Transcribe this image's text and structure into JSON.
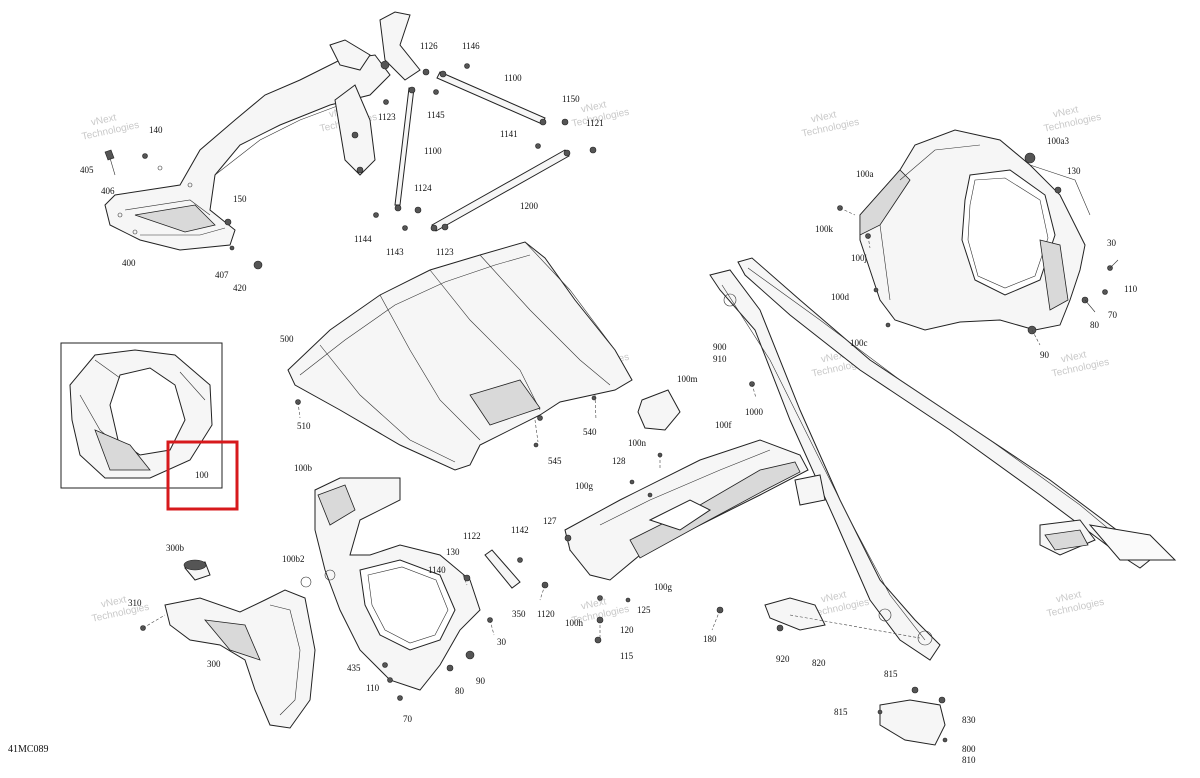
{
  "diagram": {
    "code": "41MC089",
    "highlight_label": "100",
    "highlight_color": "#d7191c",
    "watermark": {
      "line1": "vNext",
      "line2": "Technologies"
    },
    "callouts": [
      {
        "id": "c1126",
        "text": "1126"
      },
      {
        "id": "c1146",
        "text": "1146"
      },
      {
        "id": "c1100a",
        "text": "1100"
      },
      {
        "id": "c1150",
        "text": "1150"
      },
      {
        "id": "c1145",
        "text": "1145"
      },
      {
        "id": "c1123a",
        "text": "1123"
      },
      {
        "id": "c1100b",
        "text": "1100"
      },
      {
        "id": "c1141",
        "text": "1141"
      },
      {
        "id": "c1121",
        "text": "1121"
      },
      {
        "id": "c1124",
        "text": "1124"
      },
      {
        "id": "c1200",
        "text": "1200"
      },
      {
        "id": "c1144",
        "text": "1144"
      },
      {
        "id": "c1143",
        "text": "1143"
      },
      {
        "id": "c1123b",
        "text": "1123"
      },
      {
        "id": "c140",
        "text": "140"
      },
      {
        "id": "c405",
        "text": "405"
      },
      {
        "id": "c406",
        "text": "406"
      },
      {
        "id": "c150",
        "text": "150"
      },
      {
        "id": "c400",
        "text": "400"
      },
      {
        "id": "c407",
        "text": "407"
      },
      {
        "id": "c420",
        "text": "420"
      },
      {
        "id": "c100a3",
        "text": "100a3"
      },
      {
        "id": "c100a",
        "text": "100a"
      },
      {
        "id": "c130a",
        "text": "130"
      },
      {
        "id": "c100k",
        "text": "100k"
      },
      {
        "id": "c100j",
        "text": "100j"
      },
      {
        "id": "c30a",
        "text": "30"
      },
      {
        "id": "c100d",
        "text": "100d"
      },
      {
        "id": "c110a",
        "text": "110"
      },
      {
        "id": "c70a",
        "text": "70"
      },
      {
        "id": "c80a",
        "text": "80"
      },
      {
        "id": "c100c",
        "text": "100c"
      },
      {
        "id": "c90a",
        "text": "90"
      },
      {
        "id": "c500",
        "text": "500"
      },
      {
        "id": "c510",
        "text": "510"
      },
      {
        "id": "c540",
        "text": "540"
      },
      {
        "id": "c545",
        "text": "545"
      },
      {
        "id": "c900",
        "text": "900"
      },
      {
        "id": "c910",
        "text": "910"
      },
      {
        "id": "c1000",
        "text": "1000"
      },
      {
        "id": "c100m",
        "text": "100m"
      },
      {
        "id": "c100n",
        "text": "100n"
      },
      {
        "id": "c100f",
        "text": "100f"
      },
      {
        "id": "c128",
        "text": "128"
      },
      {
        "id": "c100g",
        "text": "100g"
      },
      {
        "id": "c127",
        "text": "127"
      },
      {
        "id": "c100ga",
        "text": "100g"
      },
      {
        "id": "c125",
        "text": "125"
      },
      {
        "id": "c100h",
        "text": "100h"
      },
      {
        "id": "c120",
        "text": "120"
      },
      {
        "id": "c115",
        "text": "115"
      },
      {
        "id": "c180",
        "text": "180"
      },
      {
        "id": "c920",
        "text": "920"
      },
      {
        "id": "c820",
        "text": "820"
      },
      {
        "id": "c815a",
        "text": "815"
      },
      {
        "id": "c815b",
        "text": "815"
      },
      {
        "id": "c830",
        "text": "830"
      },
      {
        "id": "c800",
        "text": "800"
      },
      {
        "id": "c810",
        "text": "810"
      },
      {
        "id": "c100b",
        "text": "100b"
      },
      {
        "id": "c100b2",
        "text": "100b2"
      },
      {
        "id": "c1122",
        "text": "1122"
      },
      {
        "id": "c1142",
        "text": "1142"
      },
      {
        "id": "c130b",
        "text": "130"
      },
      {
        "id": "c1140",
        "text": "1140"
      },
      {
        "id": "c350",
        "text": "350"
      },
      {
        "id": "c1120",
        "text": "1120"
      },
      {
        "id": "c30b",
        "text": "30"
      },
      {
        "id": "c435",
        "text": "435"
      },
      {
        "id": "c110b",
        "text": "110"
      },
      {
        "id": "c80b",
        "text": "80"
      },
      {
        "id": "c90b",
        "text": "90"
      },
      {
        "id": "c70b",
        "text": "70"
      },
      {
        "id": "c300b",
        "text": "300b"
      },
      {
        "id": "c310",
        "text": "310"
      },
      {
        "id": "c300",
        "text": "300"
      }
    ]
  }
}
